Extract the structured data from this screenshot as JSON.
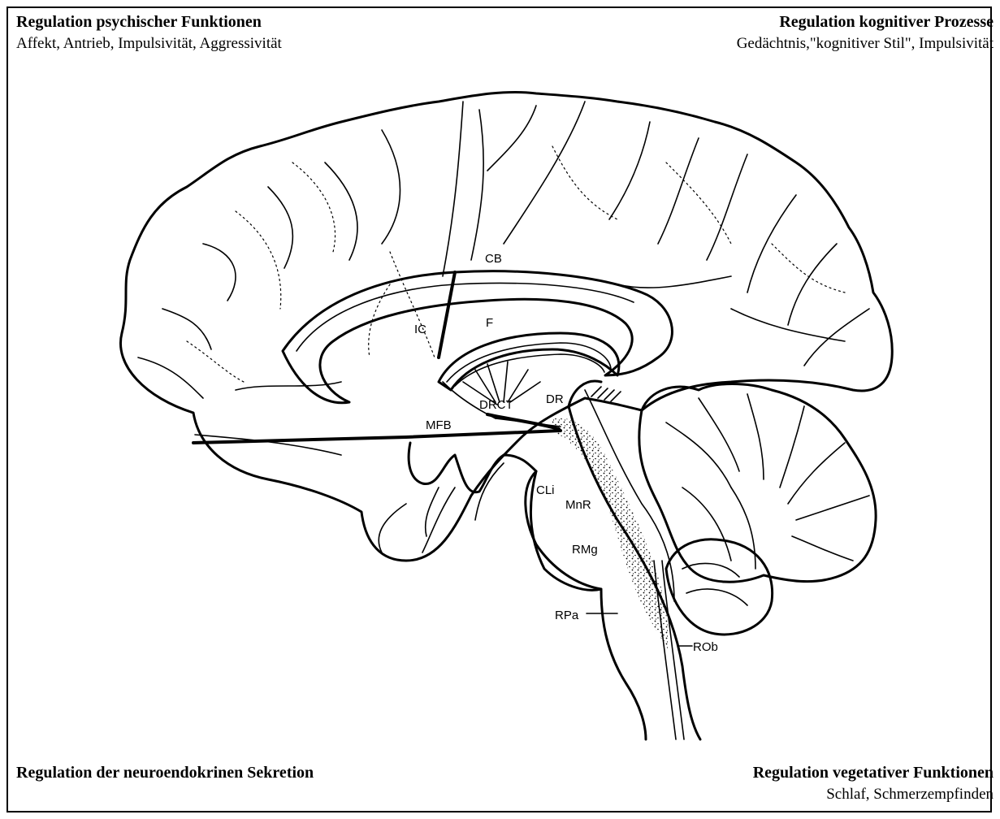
{
  "corners": {
    "top_left": {
      "heading": "Regulation psychischer Funktionen",
      "subtitle": "Affekt, Antrieb, Impulsivität, Aggressivität"
    },
    "top_right": {
      "heading": "Regulation kognitiver Prozesse",
      "subtitle": "Gedächtnis,\"kognitiver Stil\", Impulsivität"
    },
    "bottom_left": {
      "heading": "Regulation der neuroendokrinen Sekretion"
    },
    "bottom_right": {
      "heading": "Regulation vegetativer Funktionen",
      "subtitle": "Schlaf, Schmerzempfinden"
    }
  },
  "labels": {
    "cb": "CB",
    "ic": "IC",
    "f": "F",
    "drct": "DRCT",
    "dr": "DR",
    "mfb": "MFB",
    "cli": "CLi",
    "mnr": "MnR",
    "rmg": "RMg",
    "rpa": "RPa",
    "rob": "ROb"
  }
}
